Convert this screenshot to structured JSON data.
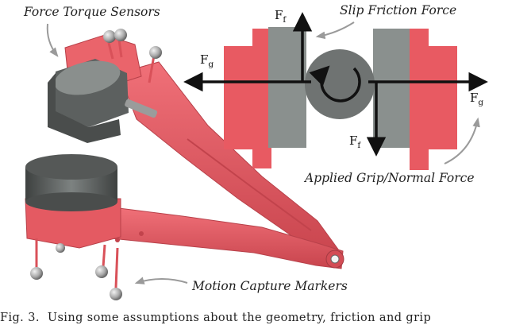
{
  "callouts": {
    "force_torque": "Force Torque Sensors",
    "slip_friction": "Slip Friction Force",
    "applied_grip": "Applied Grip/Normal Force",
    "motion_capture": "Motion Capture Markers"
  },
  "forces": {
    "f_main": "F",
    "f_sub": "f",
    "g_main": "F",
    "g_sub": "g"
  },
  "caption": {
    "label": "Fig. 3.",
    "text": "Using some assumptions about the geometry, friction and grip"
  },
  "colors": {
    "gripper_red": "#e85a62",
    "gripper_dark": "#c9464f",
    "sensor_grey": "#6f7372",
    "sensor_dark": "#4a4d4c",
    "pad_grey": "#8a908e",
    "ball_grey": "#8c8c8c"
  }
}
